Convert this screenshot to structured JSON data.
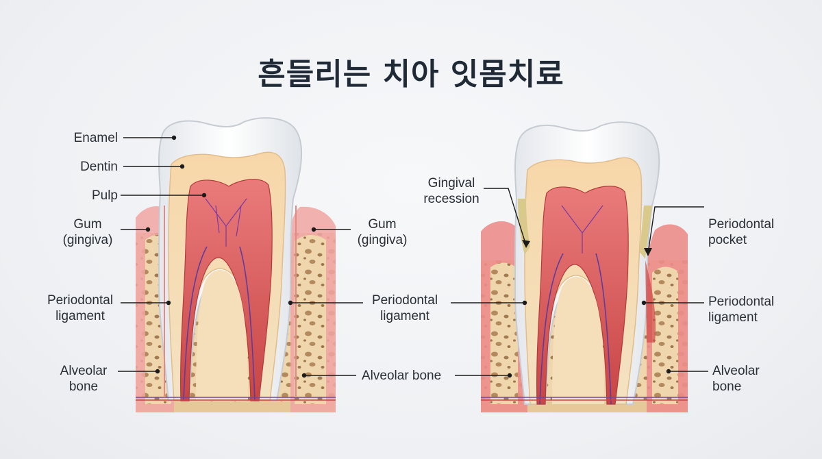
{
  "title": "흔들리는 치아 잇몸치료",
  "healthy_tooth": {
    "enamel": "Enamel",
    "dentin": "Dentin",
    "pulp": "Pulp",
    "gum_left": [
      "Gum",
      "(gingiva)"
    ],
    "gum_right": [
      "Gum",
      "(gingiva)"
    ],
    "pdl_left": [
      "Periodontal",
      "ligament"
    ],
    "pdl_right": [
      "Periodontal",
      "ligament"
    ],
    "bone_left": [
      "Alveolar",
      "bone"
    ],
    "bone_right": "Alveolar bone"
  },
  "diseased_tooth": {
    "recession": [
      "Gingival",
      "recession"
    ],
    "pocket": [
      "Periodontal",
      "pocket"
    ],
    "pdl_left": [
      "Periodontal",
      "ligament"
    ],
    "pdl_right": [
      "Periodontal",
      "ligament"
    ],
    "bone_right": [
      "Alveolar",
      "bone"
    ]
  },
  "colors": {
    "enamel": "#ffffff",
    "dentin": "#f6dcb4",
    "pulp": "#e06a6a",
    "gum": "#f1a6a4",
    "bone": "#efd6ad",
    "plaque": "#d9c98a",
    "leader": "#1b1b1b"
  }
}
